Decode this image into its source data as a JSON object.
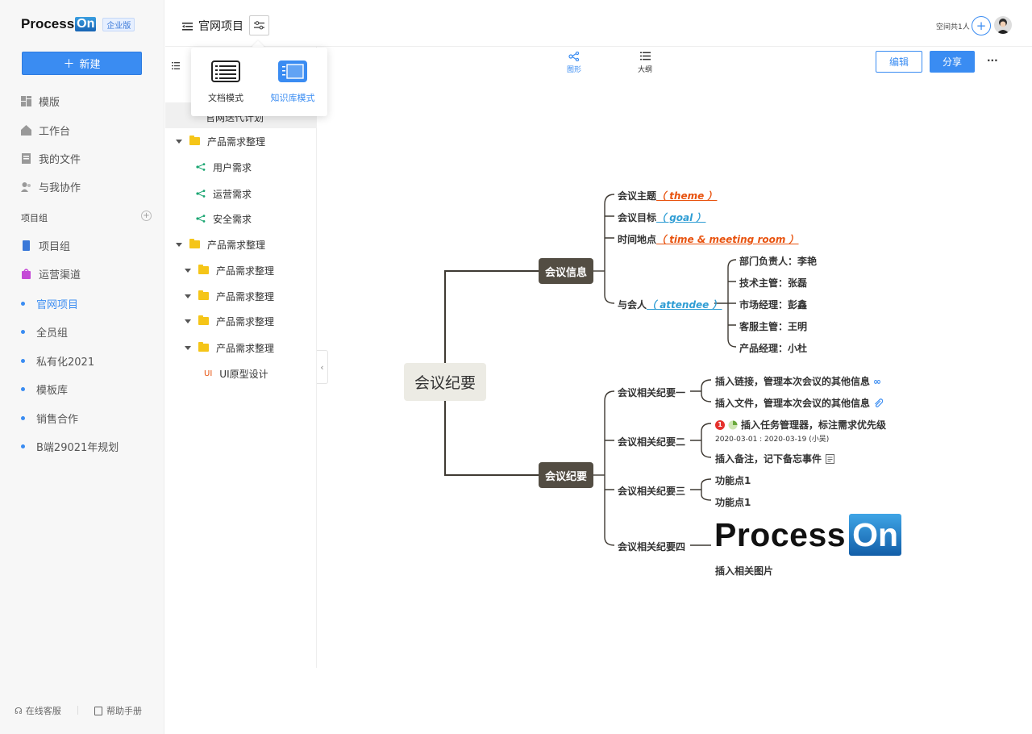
{
  "app": {
    "logo_text": "Process",
    "logo_on": "On",
    "edition": "企业版"
  },
  "sidebar": {
    "new_button": "新建",
    "nav": [
      {
        "label": "模版",
        "icon": "template-icon"
      },
      {
        "label": "工作台",
        "icon": "home-icon"
      },
      {
        "label": "我的文件",
        "icon": "file-icon"
      },
      {
        "label": "与我协作",
        "icon": "collab-icon"
      }
    ],
    "project_group_heading": "项目组",
    "projects": [
      {
        "label": "项目组",
        "icon": "book-icon"
      },
      {
        "label": "运营渠道",
        "icon": "bag-icon"
      },
      {
        "label": "官网项目",
        "active": true
      },
      {
        "label": "全员组"
      },
      {
        "label": "私有化2021"
      },
      {
        "label": "模板库"
      },
      {
        "label": "销售合作"
      },
      {
        "label": "B端29021年规划"
      }
    ],
    "footer_service": "在线客服",
    "footer_help": "帮助手册"
  },
  "header": {
    "project_title": "官网项目",
    "members_text": "空间共1人"
  },
  "popover": {
    "option_doc": "文档模式",
    "option_kb": "知识库模式"
  },
  "tree": {
    "hidden_item": "官网迭代计划",
    "items": [
      {
        "label": "产品需求整理",
        "kind": "folder",
        "depth": 0
      },
      {
        "label": "用户需求",
        "kind": "mindmap",
        "depth": 1
      },
      {
        "label": "运营需求",
        "kind": "mindmap",
        "depth": 1
      },
      {
        "label": "安全需求",
        "kind": "mindmap",
        "depth": 1
      },
      {
        "label": "产品需求整理",
        "kind": "folder",
        "depth": 0
      },
      {
        "label": "产品需求整理",
        "kind": "folder",
        "depth": 1
      },
      {
        "label": "产品需求整理",
        "kind": "folder",
        "depth": 1
      },
      {
        "label": "产品需求整理",
        "kind": "folder",
        "depth": 1
      },
      {
        "label": "产品需求整理",
        "kind": "folder",
        "depth": 1
      },
      {
        "label": "UI原型设计",
        "kind": "ui",
        "depth": 2
      }
    ],
    "ui_tag": "UI"
  },
  "toolbar": {
    "tab_graph": "图形",
    "tab_outline": "大纲",
    "edit_button": "编辑",
    "share_button": "分享",
    "more": "···"
  },
  "mindmap": {
    "root": "会议纪要",
    "branch1": "会议信息",
    "branch2": "会议纪要",
    "info": {
      "theme_label": "会议主题",
      "theme_tag": "（ theme ）",
      "goal_label": "会议目标",
      "goal_tag": "（ goal ）",
      "time_label": "时间地点",
      "time_tag": "（ time & meeting room ）",
      "attendee_label": "与会人",
      "attendee_tag": "（ attendee ）",
      "attendees": [
        "部门负责人：李艳",
        "技术主管：张磊",
        "市场经理：彭鑫",
        "客服主管：王明",
        "产品经理：小杜"
      ]
    },
    "minutes": {
      "m1": "会议相关纪要一",
      "m1_a": "插入链接，管理本次会议的其他信息",
      "m1_b": "插入文件，管理本次会议的其他信息",
      "m2": "会议相关纪要二",
      "m2_badge": "1",
      "m2_a": "插入任务管理器，标注需求优先级",
      "m2_dates": "2020-03-01 : 2020-03-19 (小吴)",
      "m2_b": "插入备注，记下备忘事件",
      "m3": "会议相关纪要三",
      "m3_a": "功能点1",
      "m3_b": "功能点1",
      "m4": "会议相关纪要四",
      "m4_logo_text": "Process",
      "m4_logo_on": "On",
      "m4_caption": "插入相关图片"
    }
  },
  "colors": {
    "primary": "#3a8cf2",
    "node_dark": "#534d43",
    "root_bg": "#ecebe4",
    "accent_red": "#e8530f",
    "accent_blue": "#2f9dd4"
  }
}
